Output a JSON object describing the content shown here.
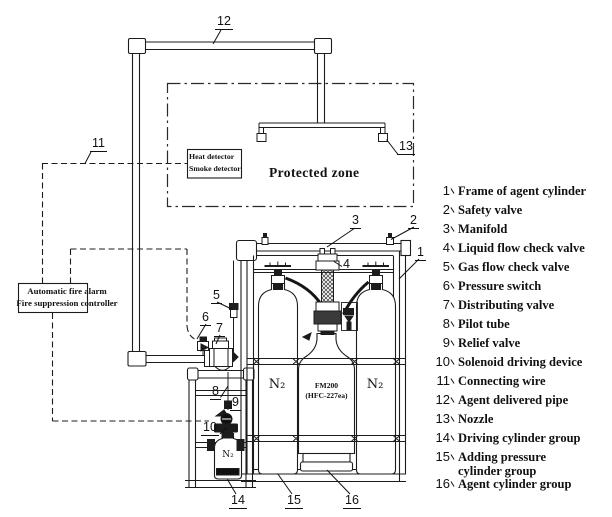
{
  "colors": {
    "line": "#1c1c1c",
    "background": "#ffffff"
  },
  "legend": {
    "items": [
      {
        "num": "1",
        "label": "Frame of agent cylinder"
      },
      {
        "num": "2",
        "label": "Safety valve"
      },
      {
        "num": "3",
        "label": "Manifold"
      },
      {
        "num": "4",
        "label": "Liquid flow check valve"
      },
      {
        "num": "5",
        "label": "Gas flow check valve"
      },
      {
        "num": "6",
        "label": "Pressure switch"
      },
      {
        "num": "7",
        "label": "Distributing valve"
      },
      {
        "num": "8",
        "label": "Pilot tube"
      },
      {
        "num": "9",
        "label": "Relief valve"
      },
      {
        "num": "10",
        "label": "Solenoid driving device"
      },
      {
        "num": "11",
        "label": "Connecting wire"
      },
      {
        "num": "12",
        "label": "Agent delivered pipe"
      },
      {
        "num": "13",
        "label": "Nozzle"
      },
      {
        "num": "14",
        "label": "Driving cylinder group"
      },
      {
        "num": "15",
        "label": "Adding pressure cylinder group"
      },
      {
        "num": "16",
        "label": "Agent cylinder group"
      }
    ]
  },
  "diagram": {
    "callouts": [
      "1",
      "2",
      "3",
      "4",
      "5",
      "6",
      "7",
      "8",
      "9",
      "10",
      "11",
      "12",
      "13",
      "14",
      "15",
      "16"
    ],
    "protected_zone_label": "Protected zone",
    "heat_detector": "Heat detector",
    "smoke_detector": "Smoke detector",
    "controller": {
      "line1": "Automatic fire alarm",
      "line2": "Fire suppression controller"
    },
    "agent_cylinder": {
      "line1": "FM200",
      "line2": "(HFC-227ea)"
    },
    "n2_label": "N₂"
  }
}
